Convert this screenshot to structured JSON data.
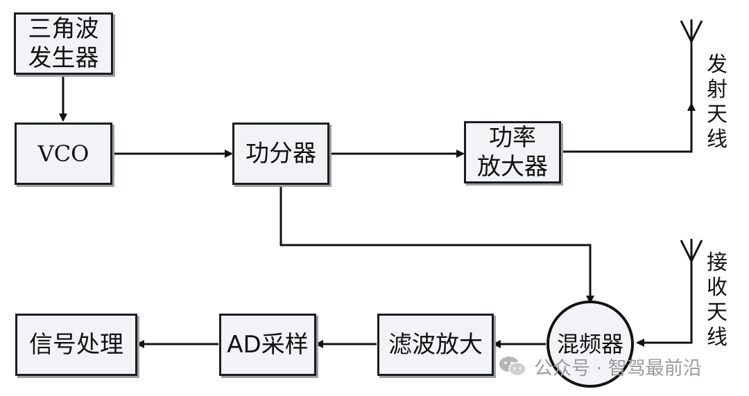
{
  "blocks": {
    "triangle_gen": [
      "三角波",
      "发生器"
    ],
    "vco": "VCO",
    "splitter": "功分器",
    "power_amp": [
      "功率",
      "放大器"
    ],
    "mixer": "混频器",
    "filter_amp": "滤波放大",
    "ad_sampling": "AD采样",
    "signal_proc": "信号处理"
  },
  "labels": {
    "tx_antenna": [
      "发",
      "射",
      "天",
      "线"
    ],
    "rx_antenna": [
      "接",
      "收",
      "天",
      "线"
    ]
  },
  "watermark": "公众号 · 智驾最前沿"
}
